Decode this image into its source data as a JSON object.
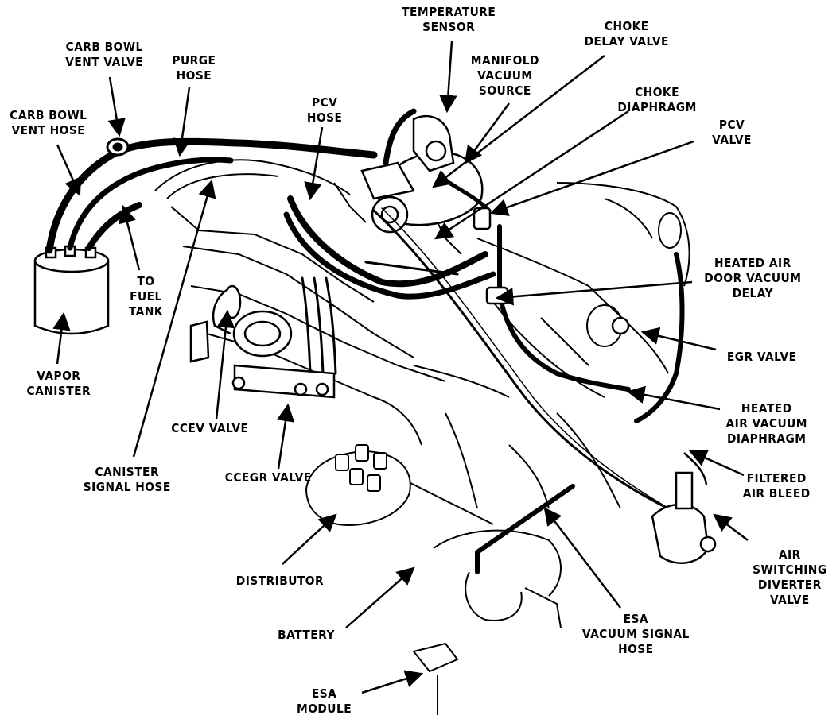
{
  "labels": {
    "carb_bowl_vent_valve": [
      "CARB BOWL",
      "VENT VALVE"
    ],
    "purge_hose": [
      "PURGE",
      "HOSE"
    ],
    "carb_bowl_vent_hose": [
      "CARB BOWL",
      "VENT HOSE"
    ],
    "temperature_sensor": [
      "TEMPERATURE",
      "SENSOR"
    ],
    "choke_delay_valve": [
      "CHOKE",
      "DELAY VALVE"
    ],
    "manifold_vacuum_source": [
      "MANIFOLD",
      "VACUUM",
      "SOURCE"
    ],
    "choke_diaphragm": [
      "CHOKE",
      "DIAPHRAGM"
    ],
    "pcv_hose": [
      "PCV",
      "HOSE"
    ],
    "pcv_valve": [
      "PCV",
      "VALVE"
    ],
    "to_fuel_tank": [
      "TO",
      "FUEL",
      "TANK"
    ],
    "heated_air_door_vacuum_delay": [
      "HEATED AIR",
      "DOOR VACUUM",
      "DELAY"
    ],
    "egr_valve": [
      "EGR VALVE"
    ],
    "vapor_canister": [
      "VAPOR",
      "CANISTER"
    ],
    "heated_air_vacuum_diaphragm": [
      "HEATED",
      "AIR VACUUM",
      "DIAPHRAGM"
    ],
    "ccev_valve": [
      "CCEV VALVE"
    ],
    "canister_signal_hose": [
      "CANISTER",
      "SIGNAL HOSE"
    ],
    "ccegr_valve": [
      "CCEGR VALVE"
    ],
    "filtered_air_bleed": [
      "FILTERED",
      "AIR BLEED"
    ],
    "air_switching_diverter_valve": [
      "AIR",
      "SWITCHING",
      "DIVERTER",
      "VALVE"
    ],
    "distributor": [
      "DISTRIBUTOR"
    ],
    "esa_vacuum_signal_hose": [
      "ESA",
      "VACUUM SIGNAL",
      "HOSE"
    ],
    "battery": [
      "BATTERY"
    ],
    "esa_module": [
      "ESA",
      "MODULE"
    ]
  },
  "colors": {
    "ink": "#000000",
    "paper": "#ffffff"
  }
}
